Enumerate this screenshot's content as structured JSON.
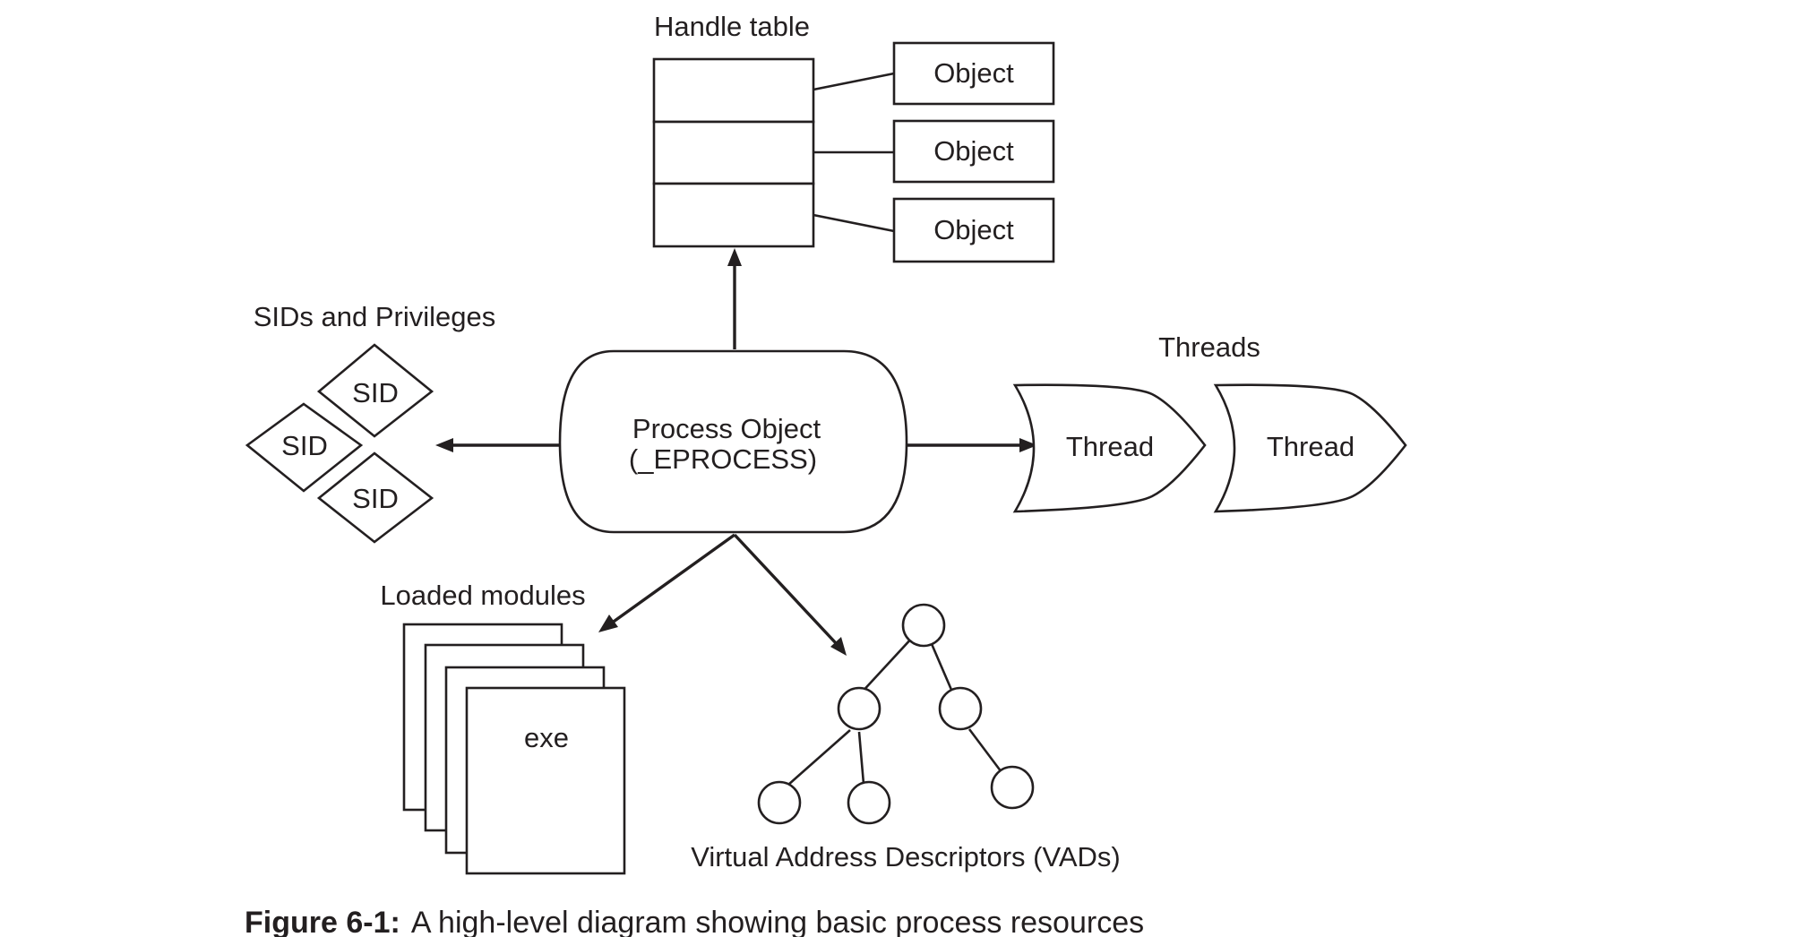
{
  "diagram": {
    "handle_table": {
      "title": "Handle table",
      "objects": [
        "Object",
        "Object",
        "Object"
      ]
    },
    "process": {
      "line1": "Process Object",
      "line2": "(_EPROCESS)"
    },
    "sids": {
      "title": "SIDs and Privileges",
      "items": [
        "SID",
        "SID",
        "SID"
      ]
    },
    "threads": {
      "title": "Threads",
      "items": [
        "Thread",
        "Thread"
      ]
    },
    "modules": {
      "title": "Loaded modules",
      "top_label": "exe"
    },
    "vads": {
      "title": "Virtual Address Descriptors (VADs)"
    }
  },
  "caption": {
    "label": "Figure 6-1:",
    "text": "A high-level diagram showing basic process resources"
  }
}
